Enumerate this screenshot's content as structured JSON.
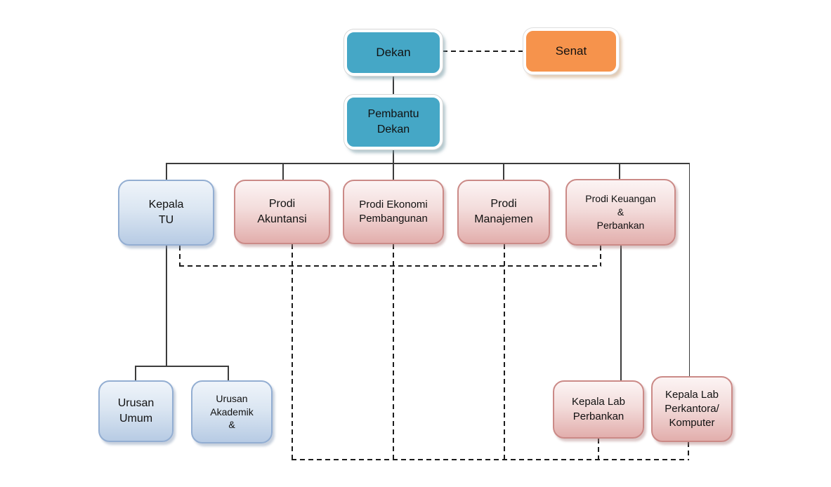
{
  "chart_title": "",
  "colors": {
    "teal_fill": "#45A7C6",
    "orange_fill": "#F6934C",
    "blue_fill_top": "#EFF4FA",
    "blue_fill_bottom": "#B7CBE4",
    "blue_border": "#93AED2",
    "pink_fill_top": "#FCF4F4",
    "pink_fill_bottom": "#E2AEAC",
    "pink_border": "#CB8A87",
    "connector_line": "#3C3C3C",
    "text": "#111111",
    "background": "#FFFFFF"
  },
  "nodes": {
    "dekan": {
      "label": "Dekan",
      "style": "teal"
    },
    "senat": {
      "label": "Senat",
      "style": "orange"
    },
    "pembantu_dekan": {
      "label": "Pembantu\nDekan",
      "style": "teal"
    },
    "kepala_tu": {
      "label": "Kepala\nTU",
      "style": "blue"
    },
    "prodi_akuntansi": {
      "label": "Prodi\nAkuntansi",
      "style": "pink"
    },
    "prodi_ekonomi": {
      "label": "Prodi Ekonomi\nPembangunan",
      "style": "pink"
    },
    "prodi_manajemen": {
      "label": "Prodi\nManajemen",
      "style": "pink"
    },
    "prodi_keuangan": {
      "label": "Prodi Keuangan\n&\nPerbankan",
      "style": "pink"
    },
    "urusan_umum": {
      "label": "Urusan\nUmum",
      "style": "blue"
    },
    "urusan_akademik": {
      "label": "Urusan\nAkademik\n&",
      "style": "blue"
    },
    "kepala_lab_perbankan": {
      "label": "Kepala Lab\nPerbankan",
      "style": "pink"
    },
    "kepala_lab_perkantora": {
      "label": "Kepala Lab\nPerkantora/\nKomputer",
      "style": "pink"
    }
  },
  "edges": [
    {
      "from": "dekan",
      "to": "senat",
      "style": "dashed"
    },
    {
      "from": "dekan",
      "to": "pembantu_dekan",
      "style": "solid"
    },
    {
      "from": "pembantu_dekan",
      "to": "kepala_tu",
      "style": "solid"
    },
    {
      "from": "pembantu_dekan",
      "to": "prodi_akuntansi",
      "style": "solid"
    },
    {
      "from": "pembantu_dekan",
      "to": "prodi_ekonomi",
      "style": "solid"
    },
    {
      "from": "pembantu_dekan",
      "to": "prodi_manajemen",
      "style": "solid"
    },
    {
      "from": "pembantu_dekan",
      "to": "prodi_keuangan",
      "style": "solid"
    },
    {
      "from": "pembantu_dekan",
      "to": "kepala_lab_perkantora",
      "style": "solid"
    },
    {
      "from": "kepala_tu",
      "to": "urusan_umum",
      "style": "solid"
    },
    {
      "from": "kepala_tu",
      "to": "urusan_akademik",
      "style": "solid"
    },
    {
      "from": "prodi_keuangan",
      "to": "kepala_lab_perbankan",
      "style": "solid"
    },
    {
      "from": "kepala_tu",
      "to": "coordination_line_upper",
      "style": "dashed"
    },
    {
      "from": "prodi_akuntansi",
      "to": "coordination_line_upper",
      "style": "dashed"
    },
    {
      "from": "prodi_ekonomi",
      "to": "coordination_line_upper",
      "style": "dashed"
    },
    {
      "from": "prodi_manajemen",
      "to": "coordination_line_upper",
      "style": "dashed"
    },
    {
      "from": "prodi_keuangan",
      "to": "coordination_line_upper",
      "style": "dashed"
    },
    {
      "from": "prodi_akuntansi",
      "to": "coordination_line_lower",
      "style": "dashed"
    },
    {
      "from": "prodi_ekonomi",
      "to": "coordination_line_lower",
      "style": "dashed"
    },
    {
      "from": "prodi_manajemen",
      "to": "coordination_line_lower",
      "style": "dashed"
    },
    {
      "from": "kepala_lab_perbankan",
      "to": "coordination_line_lower",
      "style": "dashed"
    },
    {
      "from": "kepala_lab_perkantora",
      "to": "coordination_line_lower",
      "style": "dashed"
    }
  ]
}
